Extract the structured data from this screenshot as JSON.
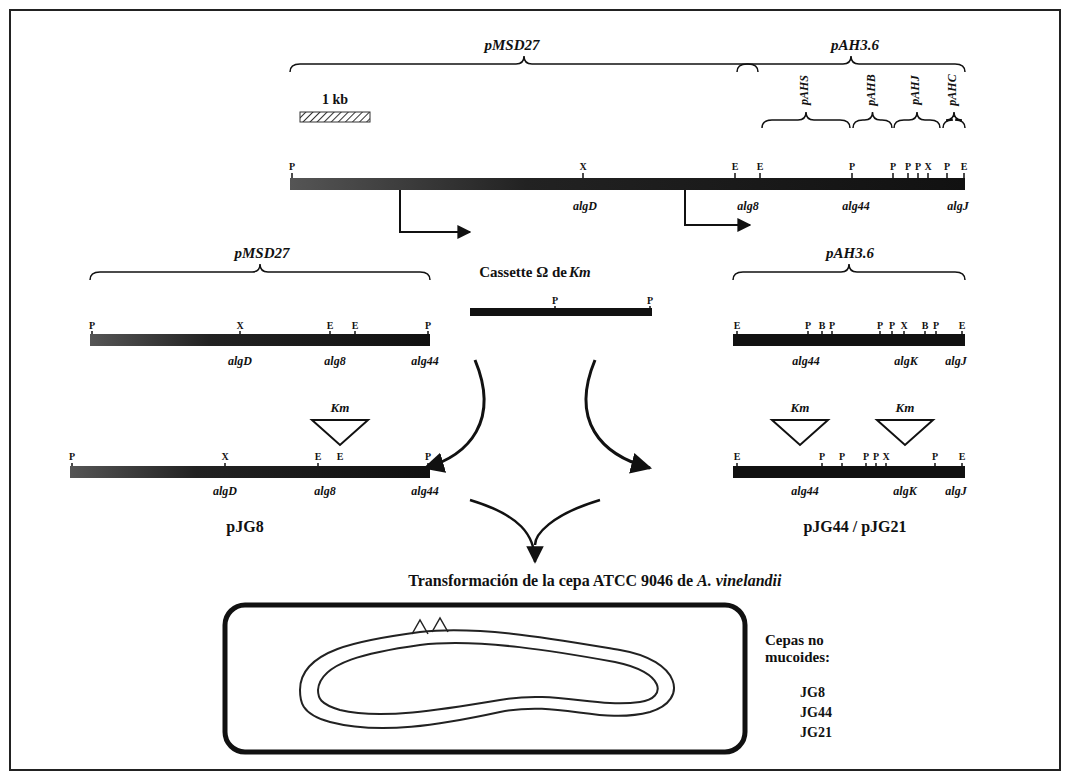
{
  "diagram": {
    "labels": [
      "pMSD27",
      "pAH3.6",
      "1 kb",
      "pAHS",
      "pAHB",
      "pAHJ",
      "pAHC",
      "P",
      "X",
      "E",
      "E",
      "P",
      "P",
      "P",
      "P",
      "X",
      "P",
      "E",
      "algD",
      "alg8",
      "alg44",
      "algJ",
      "Cassette Ω de",
      "Km",
      "P",
      "P",
      "pMSD27",
      "pAH3.6",
      "P",
      "X",
      "E",
      "E",
      "P",
      "algD",
      "alg8",
      "alg44",
      "E",
      "P",
      "B",
      "P",
      "P",
      "P",
      "X",
      "B",
      "P",
      "E",
      "alg44",
      "algK",
      "algJ",
      "Km",
      "P",
      "X",
      "E",
      "E",
      "P",
      "algD",
      "alg8",
      "alg44",
      "pJG8",
      "Km",
      "Km",
      "E",
      "P",
      "P",
      "P",
      "P",
      "X",
      "P",
      "E",
      "alg44",
      "algK",
      "algJ",
      "pJG44 / pJG21",
      "Transformación de la cepa ATCC 9046 de",
      "A. vinelandii",
      "Cepas no mucoides:",
      "JG8",
      "JG44",
      "JG21"
    ]
  }
}
